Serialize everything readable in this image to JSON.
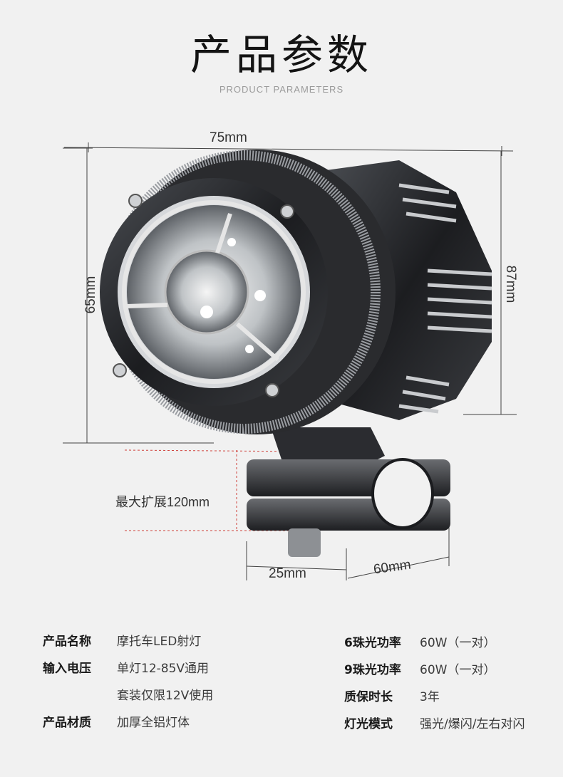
{
  "header": {
    "title": "产品参数",
    "subtitle": "PRODUCT  PARAMETERS"
  },
  "dimensions": {
    "width": "75mm",
    "height_left": "65mm",
    "height_right": "87mm",
    "max_extension": "最大扩展120mm",
    "clamp_width": "25mm",
    "clamp_depth": "60mm"
  },
  "specs_left": [
    {
      "key": "产品名称",
      "values": [
        "摩托车LED射灯"
      ]
    },
    {
      "key": "输入电压",
      "values": [
        "单灯12-85V通用",
        "套装仅限12V使用"
      ]
    },
    {
      "key": "产品材质",
      "values": [
        "加厚全铝灯体"
      ]
    }
  ],
  "specs_right": [
    {
      "key": "6珠光功率",
      "value": "60W（一对）"
    },
    {
      "key": "9珠光功率",
      "value": "60W（一对）"
    },
    {
      "key": "质保时长",
      "value": "3年"
    },
    {
      "key": "灯光模式",
      "value": "强光/爆闪/左右对闪"
    }
  ]
}
